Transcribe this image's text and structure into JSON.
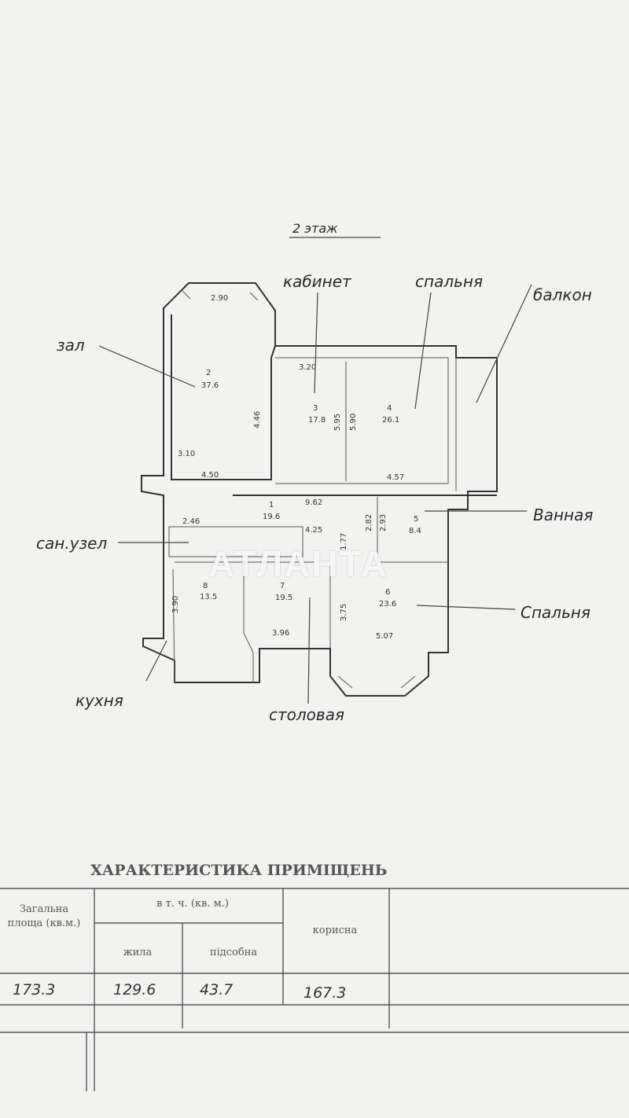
{
  "plan": {
    "floor_title": "2 этаж",
    "labels": {
      "zal": "зал",
      "kabinet": "кабинет",
      "spalnya_top": "спальня",
      "balkon": "балкон",
      "vannaya": "Ванная",
      "san_uzel": "сан.узел",
      "spalnya_right": "Спальня",
      "kukhnya": "кухня",
      "stolovaya": "столовая"
    },
    "rooms": [
      {
        "num": "2",
        "area": "37.6"
      },
      {
        "num": "3",
        "area": "17.8"
      },
      {
        "num": "4",
        "area": "26.1"
      },
      {
        "num": "1",
        "area": "19.6"
      },
      {
        "num": "5",
        "area": "8.4"
      },
      {
        "num": "6",
        "area": "23.6"
      },
      {
        "num": "7",
        "area": "19.5"
      },
      {
        "num": "8",
        "area": "13.5"
      }
    ],
    "dimensions": [
      "2.90",
      "3.20",
      "4.46",
      "5.95",
      "5.90",
      "4.50",
      "9.62",
      "4.57",
      "2.46",
      "4.25",
      "2.82",
      "2.93",
      "3.10",
      "3.90",
      "3.96",
      "5.07",
      "3.75",
      "1.77"
    ]
  },
  "watermark": "АТЛАНТА",
  "table": {
    "title": "ХАРАКТЕРИСТИКА ПРИМІЩЕНЬ",
    "col_total": "Загальна площа (кв.м.)",
    "col_group": "в т. ч. (кв. м.)",
    "col_living": "жила",
    "col_aux": "підсобна",
    "col_useful": "корисна",
    "val_total": "173.3",
    "val_living": "129.6",
    "val_aux": "43.7",
    "val_useful": "167.3"
  }
}
